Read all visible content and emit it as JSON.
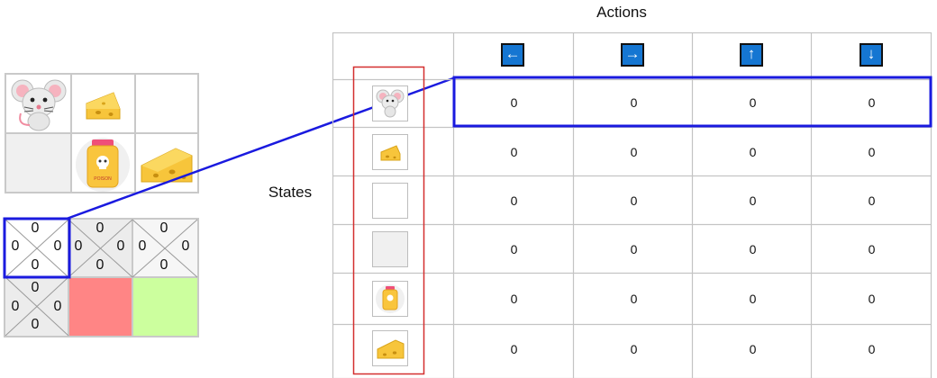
{
  "header": {
    "actions_label": "Actions",
    "states_label": "States"
  },
  "actions": [
    {
      "name": "left",
      "glyph": "←"
    },
    {
      "name": "right",
      "glyph": "→"
    },
    {
      "name": "up",
      "glyph": "↑"
    },
    {
      "name": "down",
      "glyph": "↓"
    }
  ],
  "states": [
    "mouse",
    "cheese",
    "empty",
    "empty-gray",
    "poison",
    "cheese-big"
  ],
  "poison_label": "POISON",
  "q_table": [
    [
      "0",
      "0",
      "0",
      "0"
    ],
    [
      "0",
      "0",
      "0",
      "0"
    ],
    [
      "0",
      "0",
      "0",
      "0"
    ],
    [
      "0",
      "0",
      "0",
      "0"
    ],
    [
      "0",
      "0",
      "0",
      "0"
    ],
    [
      "0",
      "0",
      "0",
      "0"
    ]
  ],
  "q_grid": {
    "cell_1": {
      "top": "0",
      "left": "0",
      "right": "0",
      "bottom": "0"
    },
    "cell_2": {
      "top": "0",
      "left": "0",
      "right": "0",
      "bottom": "0"
    },
    "cell_3": {
      "top": "0",
      "left": "0",
      "right": "0",
      "bottom": "0"
    },
    "cell_4": {
      "top": "0",
      "left": "0",
      "right": "0",
      "bottom": "0"
    }
  },
  "colors": {
    "highlight": "#1a1adf",
    "state_outline": "#d32f2f",
    "poison_cell": "#ff8585",
    "cheese_cell": "#ccff9e",
    "arrow_button": "#1576d2"
  }
}
